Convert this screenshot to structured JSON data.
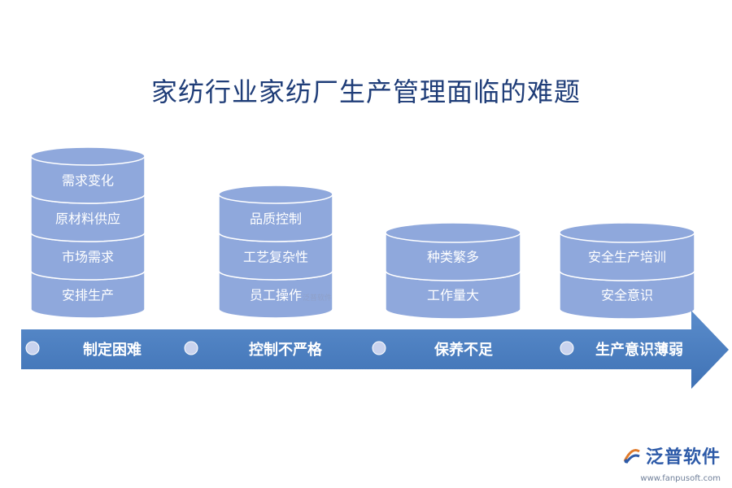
{
  "title": "家纺行业家纺厂生产管理面临的难题",
  "colors": {
    "cylinder_fill": "#8fa8dc",
    "cylinder_edge": "#ffffff",
    "arrow_fill": "#4a7fc1",
    "dot_fill": "#c9d3ee",
    "title_color": "#1f3d78"
  },
  "stacks": [
    {
      "labels": [
        "需求变化",
        "原材料供应",
        "市场需求",
        "安排生产"
      ]
    },
    {
      "labels": [
        "品质控制",
        "工艺复杂性",
        "员工操作"
      ]
    },
    {
      "labels": [
        "种类繁多",
        "工作量大"
      ]
    },
    {
      "labels": [
        "安全生产培训",
        "安全意识"
      ]
    }
  ],
  "arrow": {
    "labels": [
      "制定困难",
      "控制不严格",
      "保养不足",
      "生产意识薄弱"
    ]
  },
  "watermark": {
    "small_text": "泛普软件",
    "brand": "泛普软件",
    "url": "www.fanpusoft.com"
  }
}
